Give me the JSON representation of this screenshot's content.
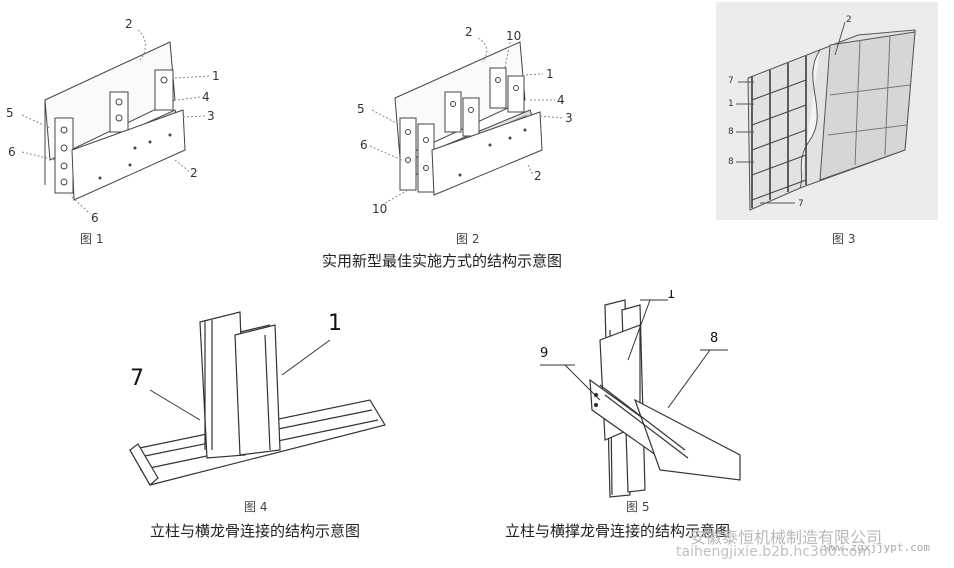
{
  "figures": {
    "fig1": {
      "caption": "图 1",
      "labels": [
        "2",
        "1",
        "4",
        "3",
        "5",
        "6",
        "2",
        "6"
      ]
    },
    "fig2": {
      "caption": "图 2",
      "labels": [
        "2",
        "10",
        "1",
        "4",
        "3",
        "5",
        "6",
        "2",
        "10"
      ]
    },
    "fig3": {
      "caption": "图 3",
      "labels": [
        "2",
        "7",
        "1",
        "8",
        "8",
        "7"
      ]
    },
    "fig4": {
      "caption": "图 4",
      "labels": [
        "1",
        "7"
      ],
      "title": "立柱与横龙骨连接的结构示意图"
    },
    "fig5": {
      "caption": "图 5",
      "labels": [
        "1",
        "9",
        "8"
      ],
      "title": "立柱与横撑龙骨连接的结构示意图"
    }
  },
  "top_title": "实用新型最佳实施方式的结构示意图",
  "watermark": {
    "company": "安徽泰恒机械制造有限公司",
    "site": "taihengjixie.b2b.hc360.com",
    "url": "www.zgxjjypt.com"
  }
}
